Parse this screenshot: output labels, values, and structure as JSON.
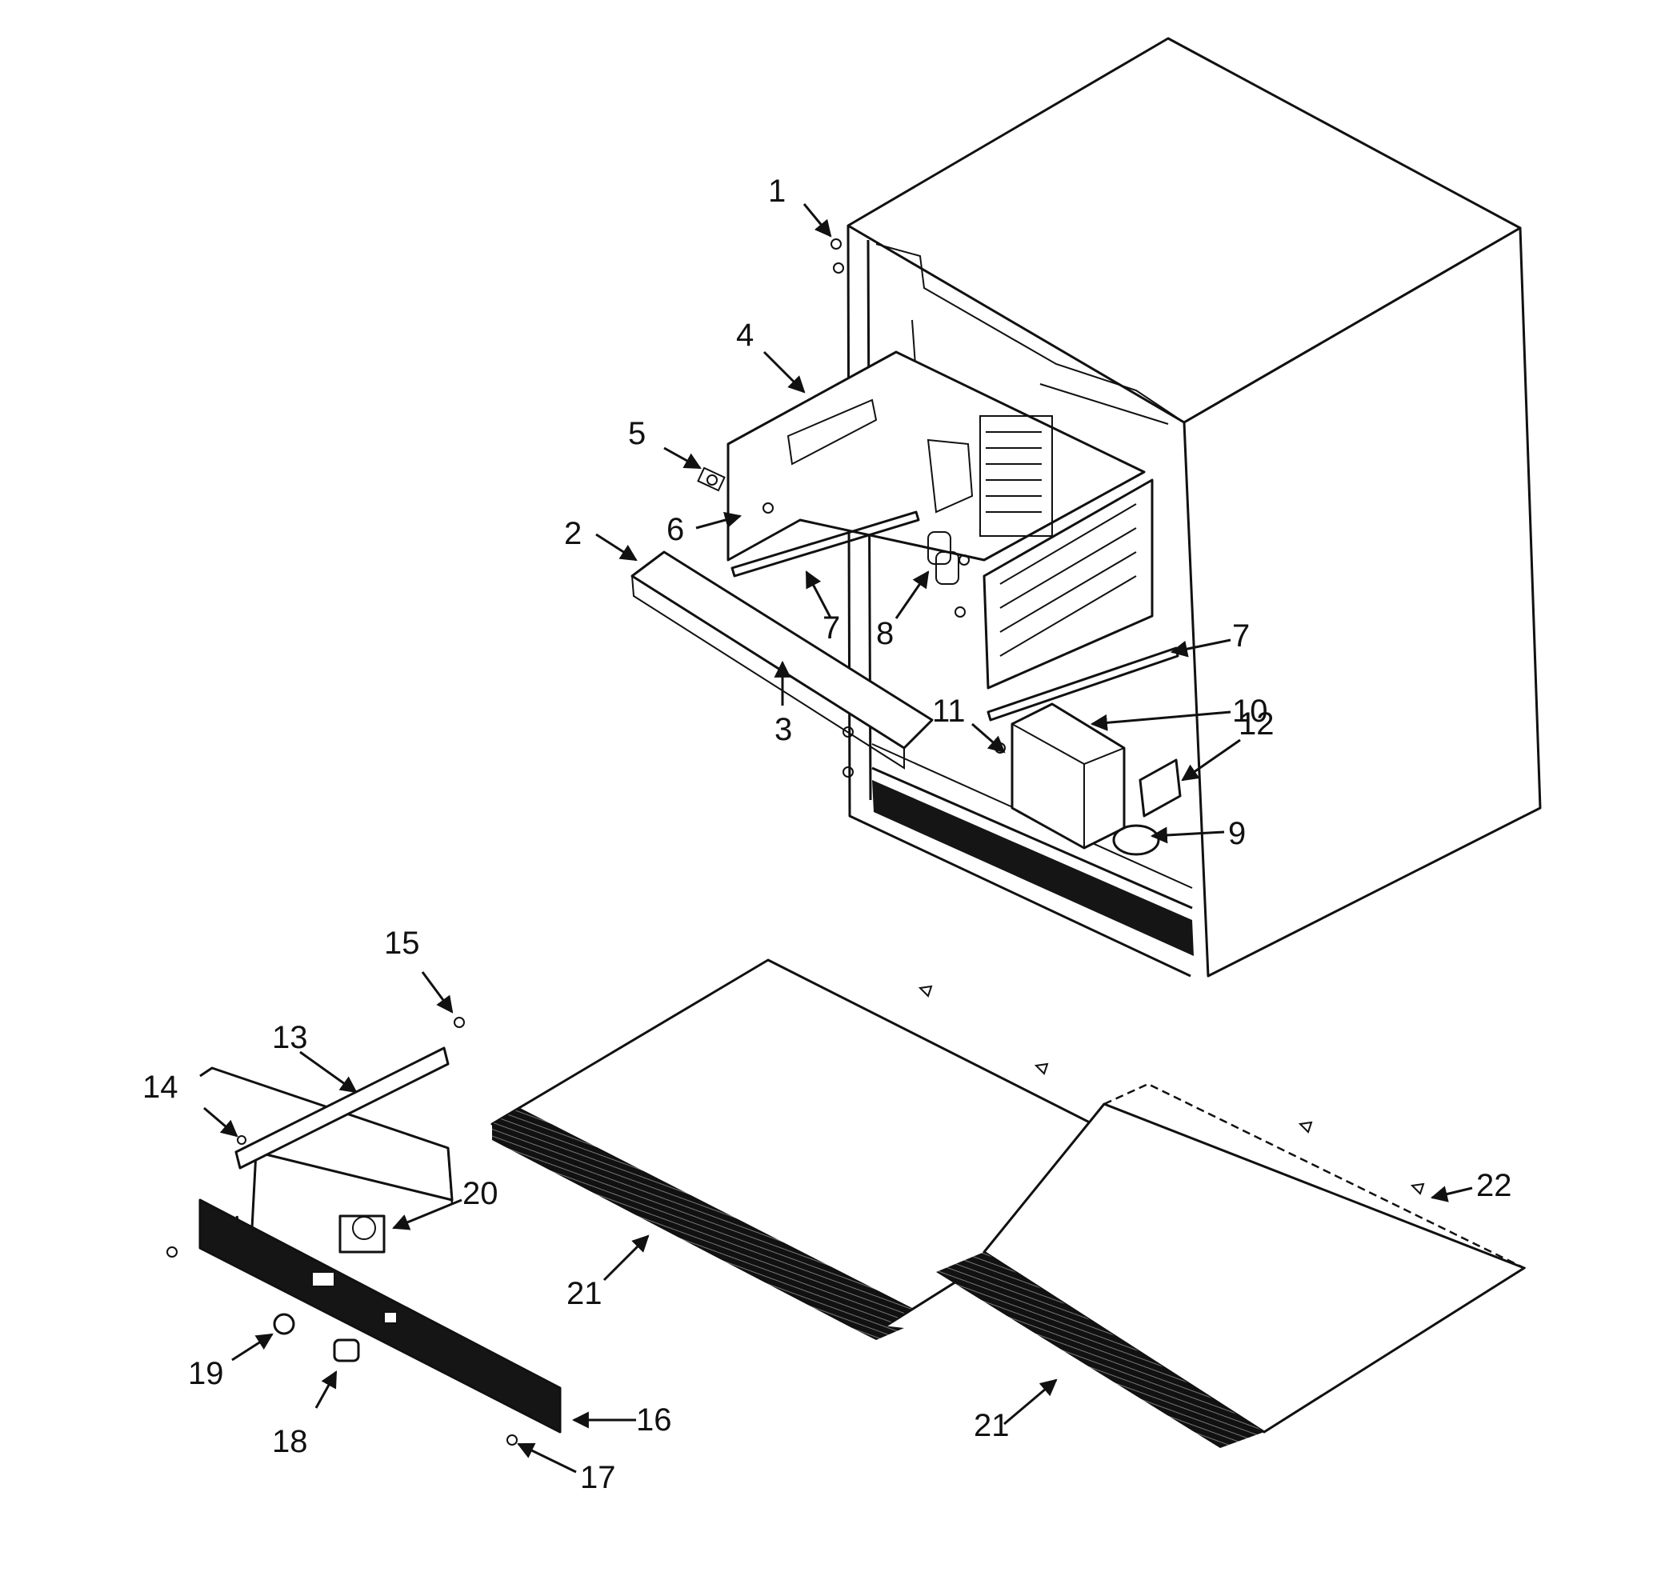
{
  "callouts": [
    {
      "id": "c1",
      "label": "1"
    },
    {
      "id": "c2",
      "label": "2"
    },
    {
      "id": "c3",
      "label": "3"
    },
    {
      "id": "c4",
      "label": "4"
    },
    {
      "id": "c5",
      "label": "5"
    },
    {
      "id": "c6",
      "label": "6"
    },
    {
      "id": "c7a",
      "label": "7"
    },
    {
      "id": "c7b",
      "label": "7"
    },
    {
      "id": "c8",
      "label": "8"
    },
    {
      "id": "c9",
      "label": "9"
    },
    {
      "id": "c10",
      "label": "10"
    },
    {
      "id": "c11",
      "label": "11"
    },
    {
      "id": "c12",
      "label": "12"
    },
    {
      "id": "c13",
      "label": "13"
    },
    {
      "id": "c14",
      "label": "14"
    },
    {
      "id": "c15",
      "label": "15"
    },
    {
      "id": "c16",
      "label": "16"
    },
    {
      "id": "c17",
      "label": "17"
    },
    {
      "id": "c18",
      "label": "18"
    },
    {
      "id": "c19",
      "label": "19"
    },
    {
      "id": "c20",
      "label": "20"
    },
    {
      "id": "c21a",
      "label": "21"
    },
    {
      "id": "c21b",
      "label": "21"
    },
    {
      "id": "c22",
      "label": "22"
    }
  ]
}
